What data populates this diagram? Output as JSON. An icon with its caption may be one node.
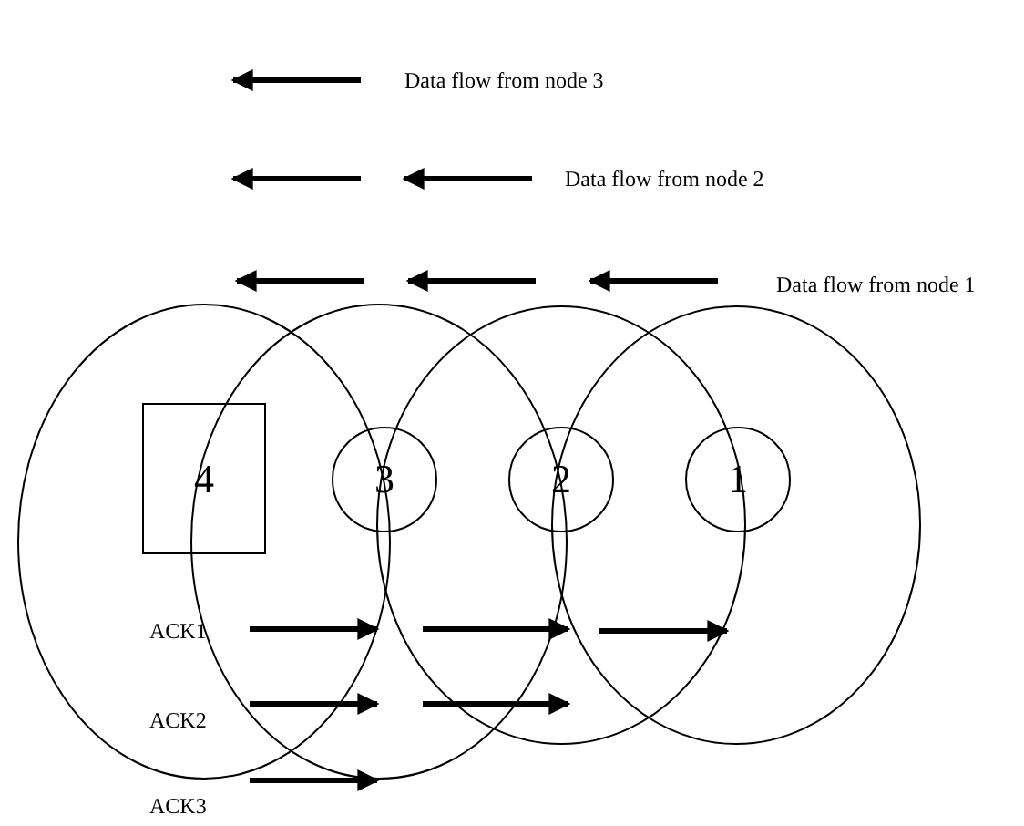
{
  "diagram": {
    "nodes": [
      {
        "text": [
          "4"
        ]
      },
      {
        "text": [
          "3"
        ]
      },
      {
        "text": [
          "2"
        ]
      },
      {
        "text": [
          "1"
        ]
      }
    ],
    "labels": [
      "Data flow from node 3",
      "Data flow from node 2",
      "Data flow from node 1",
      "ACK1",
      "ACK2",
      "ACK3"
    ]
  }
}
